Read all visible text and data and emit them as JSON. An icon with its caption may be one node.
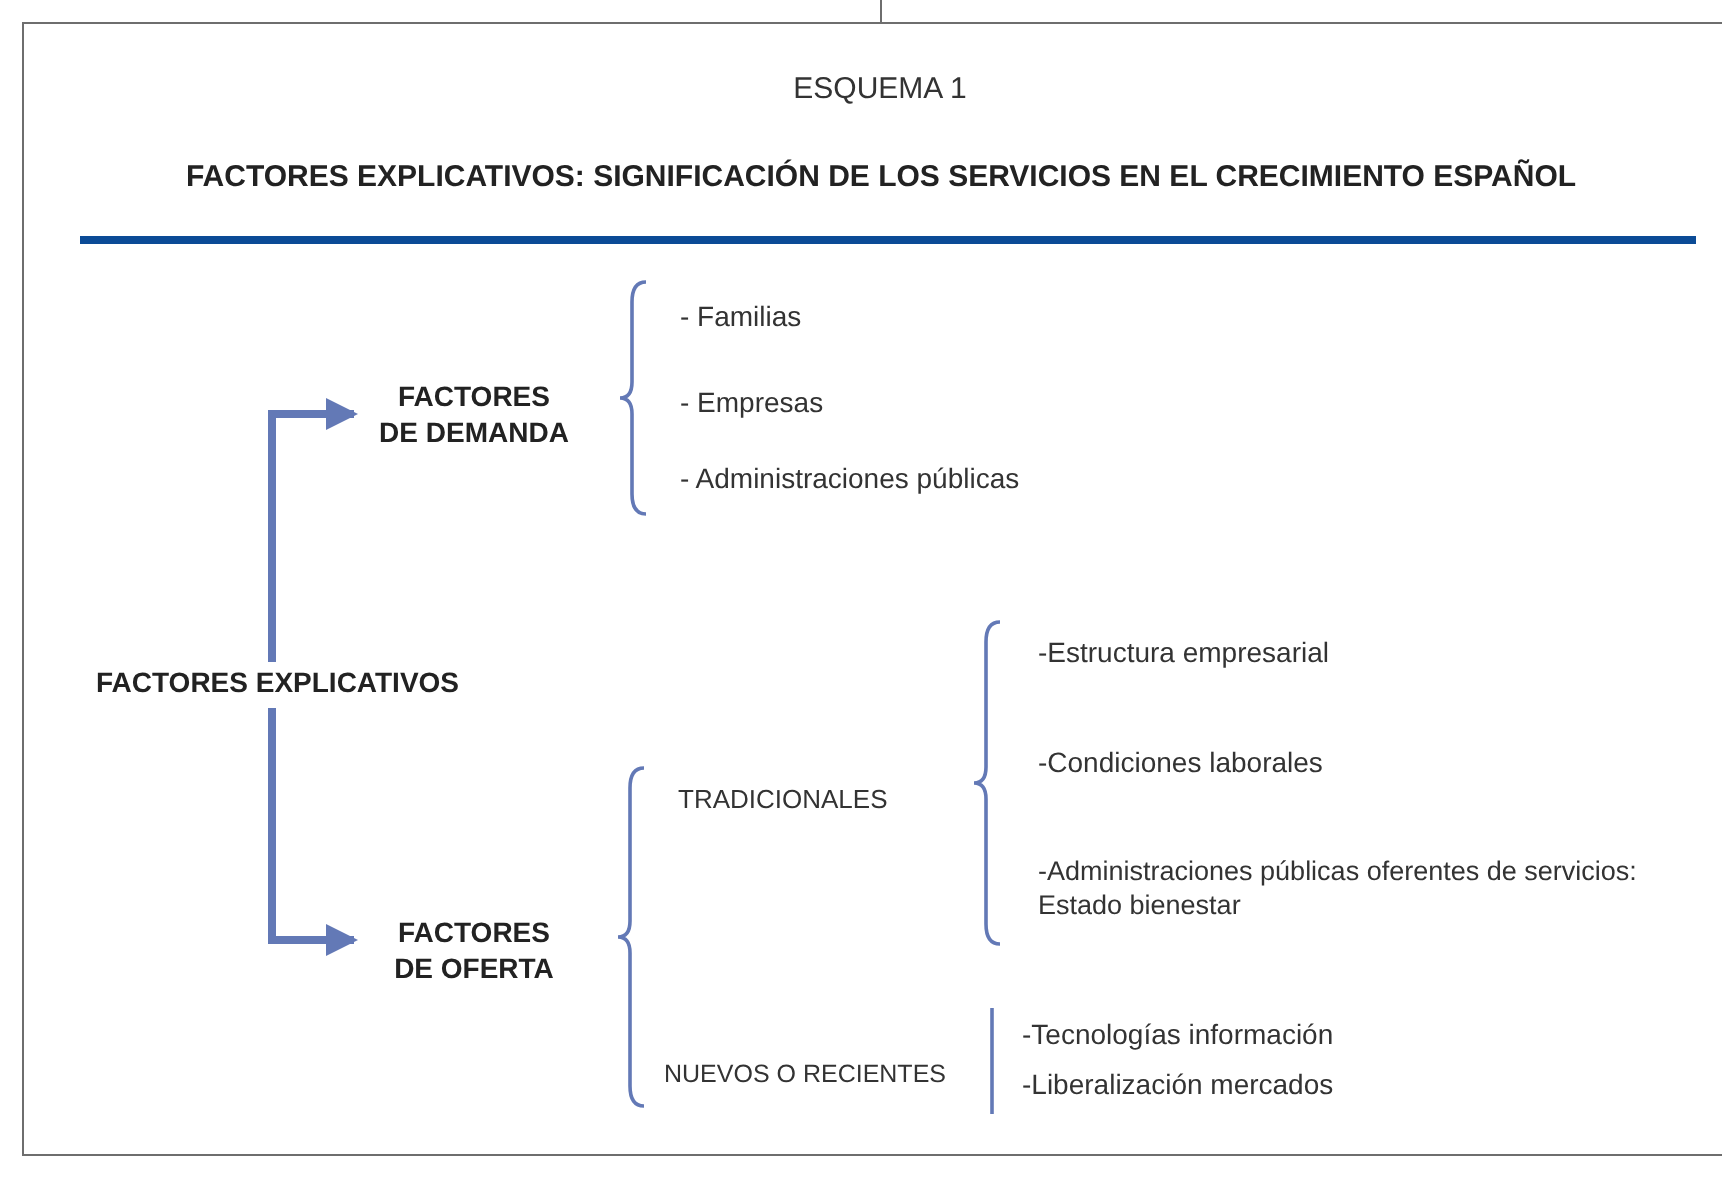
{
  "diagram": {
    "title": "FACTORES EXPLICATIVOS: SIGNIFICACIÓN DE LOS SERVICIOS EN EL CRECIMIENTO ESPAÑOL",
    "nodes": [
      {
        "text": [
          "FACTORES EXPLICATIVOS"
        ]
      },
      {
        "text": [
          "FACTORES DE DEMANDA"
        ]
      },
      {
        "text": [
          "FACTORES DE OFERTA"
        ]
      }
    ],
    "edges": [
      {
        "from": 0,
        "to": 1,
        "arrow": "to"
      },
      {
        "from": 0,
        "to": 2,
        "arrow": "to"
      }
    ],
    "labels": [
      "ESQUEMA 1",
      "- Familias",
      "- Empresas",
      "- Administraciones públicas",
      "-Estructura empresarial",
      "-Condiciones laborales",
      "TRADICIONALES",
      "-Administraciones públicas oferentes de servicios: Estado bienestar",
      "NUEVOS O RECIENTES",
      "-Tecnologías información",
      "-Liberalización mercados"
    ]
  }
}
